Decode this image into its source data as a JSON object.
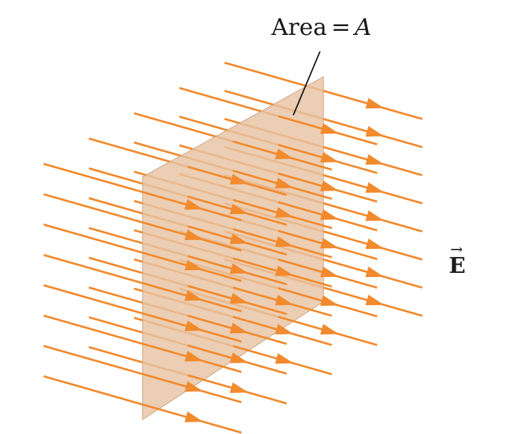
{
  "labels": {
    "area_word": "Area",
    "equals": "=",
    "area_symbol": "A",
    "field_symbol": "E",
    "vector_arrow": "→"
  },
  "colors": {
    "field_line": "#f28a2e",
    "plane_fill": "#e6c3a3",
    "plane_edge": "#c9a27f",
    "leader_line": "#1a1a1a"
  }
}
